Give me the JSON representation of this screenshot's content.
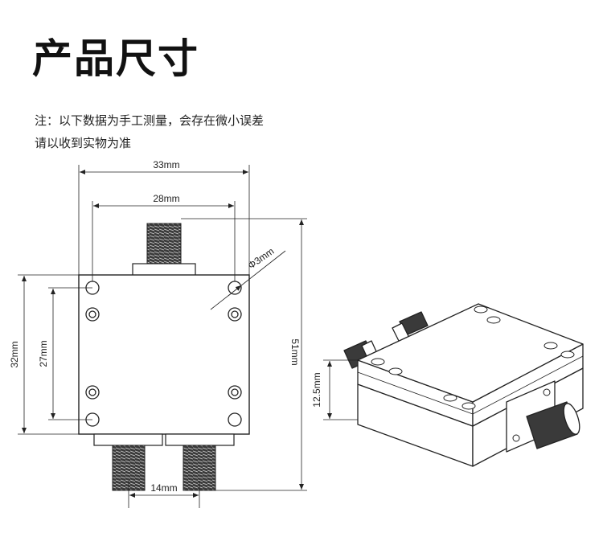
{
  "title": "产品尺寸",
  "note": {
    "line1": "注：以下数据为手工测量，会存在微小误差",
    "line2": "请以收到实物为准"
  },
  "dimensions": {
    "width_outer": "33mm",
    "hole_spacing_x": "28mm",
    "hole_diameter": "Φ3mm",
    "height_body": "32mm",
    "hole_spacing_y": "27mm",
    "height_total": "51mm",
    "port_spacing": "14mm",
    "thickness": "12.5mm"
  }
}
